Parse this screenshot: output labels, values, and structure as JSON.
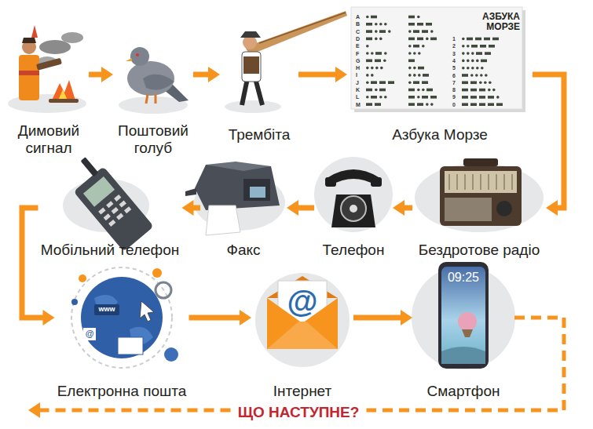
{
  "diagram": {
    "nodes": [
      {
        "text": [
          "Димовий сигнал"
        ]
      },
      {
        "text": [
          "Поштовий голуб"
        ]
      },
      {
        "text": [
          "Трембіта"
        ]
      },
      {
        "text": [
          "Азбука Морзе"
        ]
      },
      {
        "text": [
          "Бездротове радіо"
        ]
      },
      {
        "text": [
          "Телефон"
        ]
      },
      {
        "text": [
          "Факс"
        ]
      },
      {
        "text": [
          "Мобільний телефон"
        ]
      },
      {
        "text": [
          "Електронна пошта"
        ]
      },
      {
        "text": [
          "Інтернет"
        ]
      },
      {
        "text": [
          "Смартфон"
        ]
      },
      {
        "text": [
          "ЩО НАСТУПНЕ?"
        ]
      }
    ],
    "edges": [
      {
        "from": 0,
        "to": 1,
        "arrow": "to"
      },
      {
        "from": 1,
        "to": 2,
        "arrow": "to"
      },
      {
        "from": 2,
        "to": 3,
        "arrow": "to"
      },
      {
        "from": 3,
        "to": 4,
        "arrow": "to"
      },
      {
        "from": 4,
        "to": 5,
        "arrow": "to"
      },
      {
        "from": 5,
        "to": 6,
        "arrow": "to"
      },
      {
        "from": 6,
        "to": 7,
        "arrow": "to"
      },
      {
        "from": 7,
        "to": 8,
        "arrow": "to"
      },
      {
        "from": 8,
        "to": 9,
        "arrow": "to"
      },
      {
        "from": 9,
        "to": 10,
        "arrow": "to"
      },
      {
        "from": 10,
        "to": 11,
        "arrow": "none"
      }
    ],
    "labels": [
      "АЗБУКА МОРЗЕ",
      "A",
      "B",
      "C",
      "D",
      "E",
      "F",
      "G",
      "H",
      "I",
      "J",
      "K",
      "L",
      "M",
      "1",
      "2",
      "3",
      "4",
      "5",
      "6",
      "7",
      "8",
      "9",
      "0",
      "www",
      "@",
      "@",
      "09:25"
    ]
  }
}
